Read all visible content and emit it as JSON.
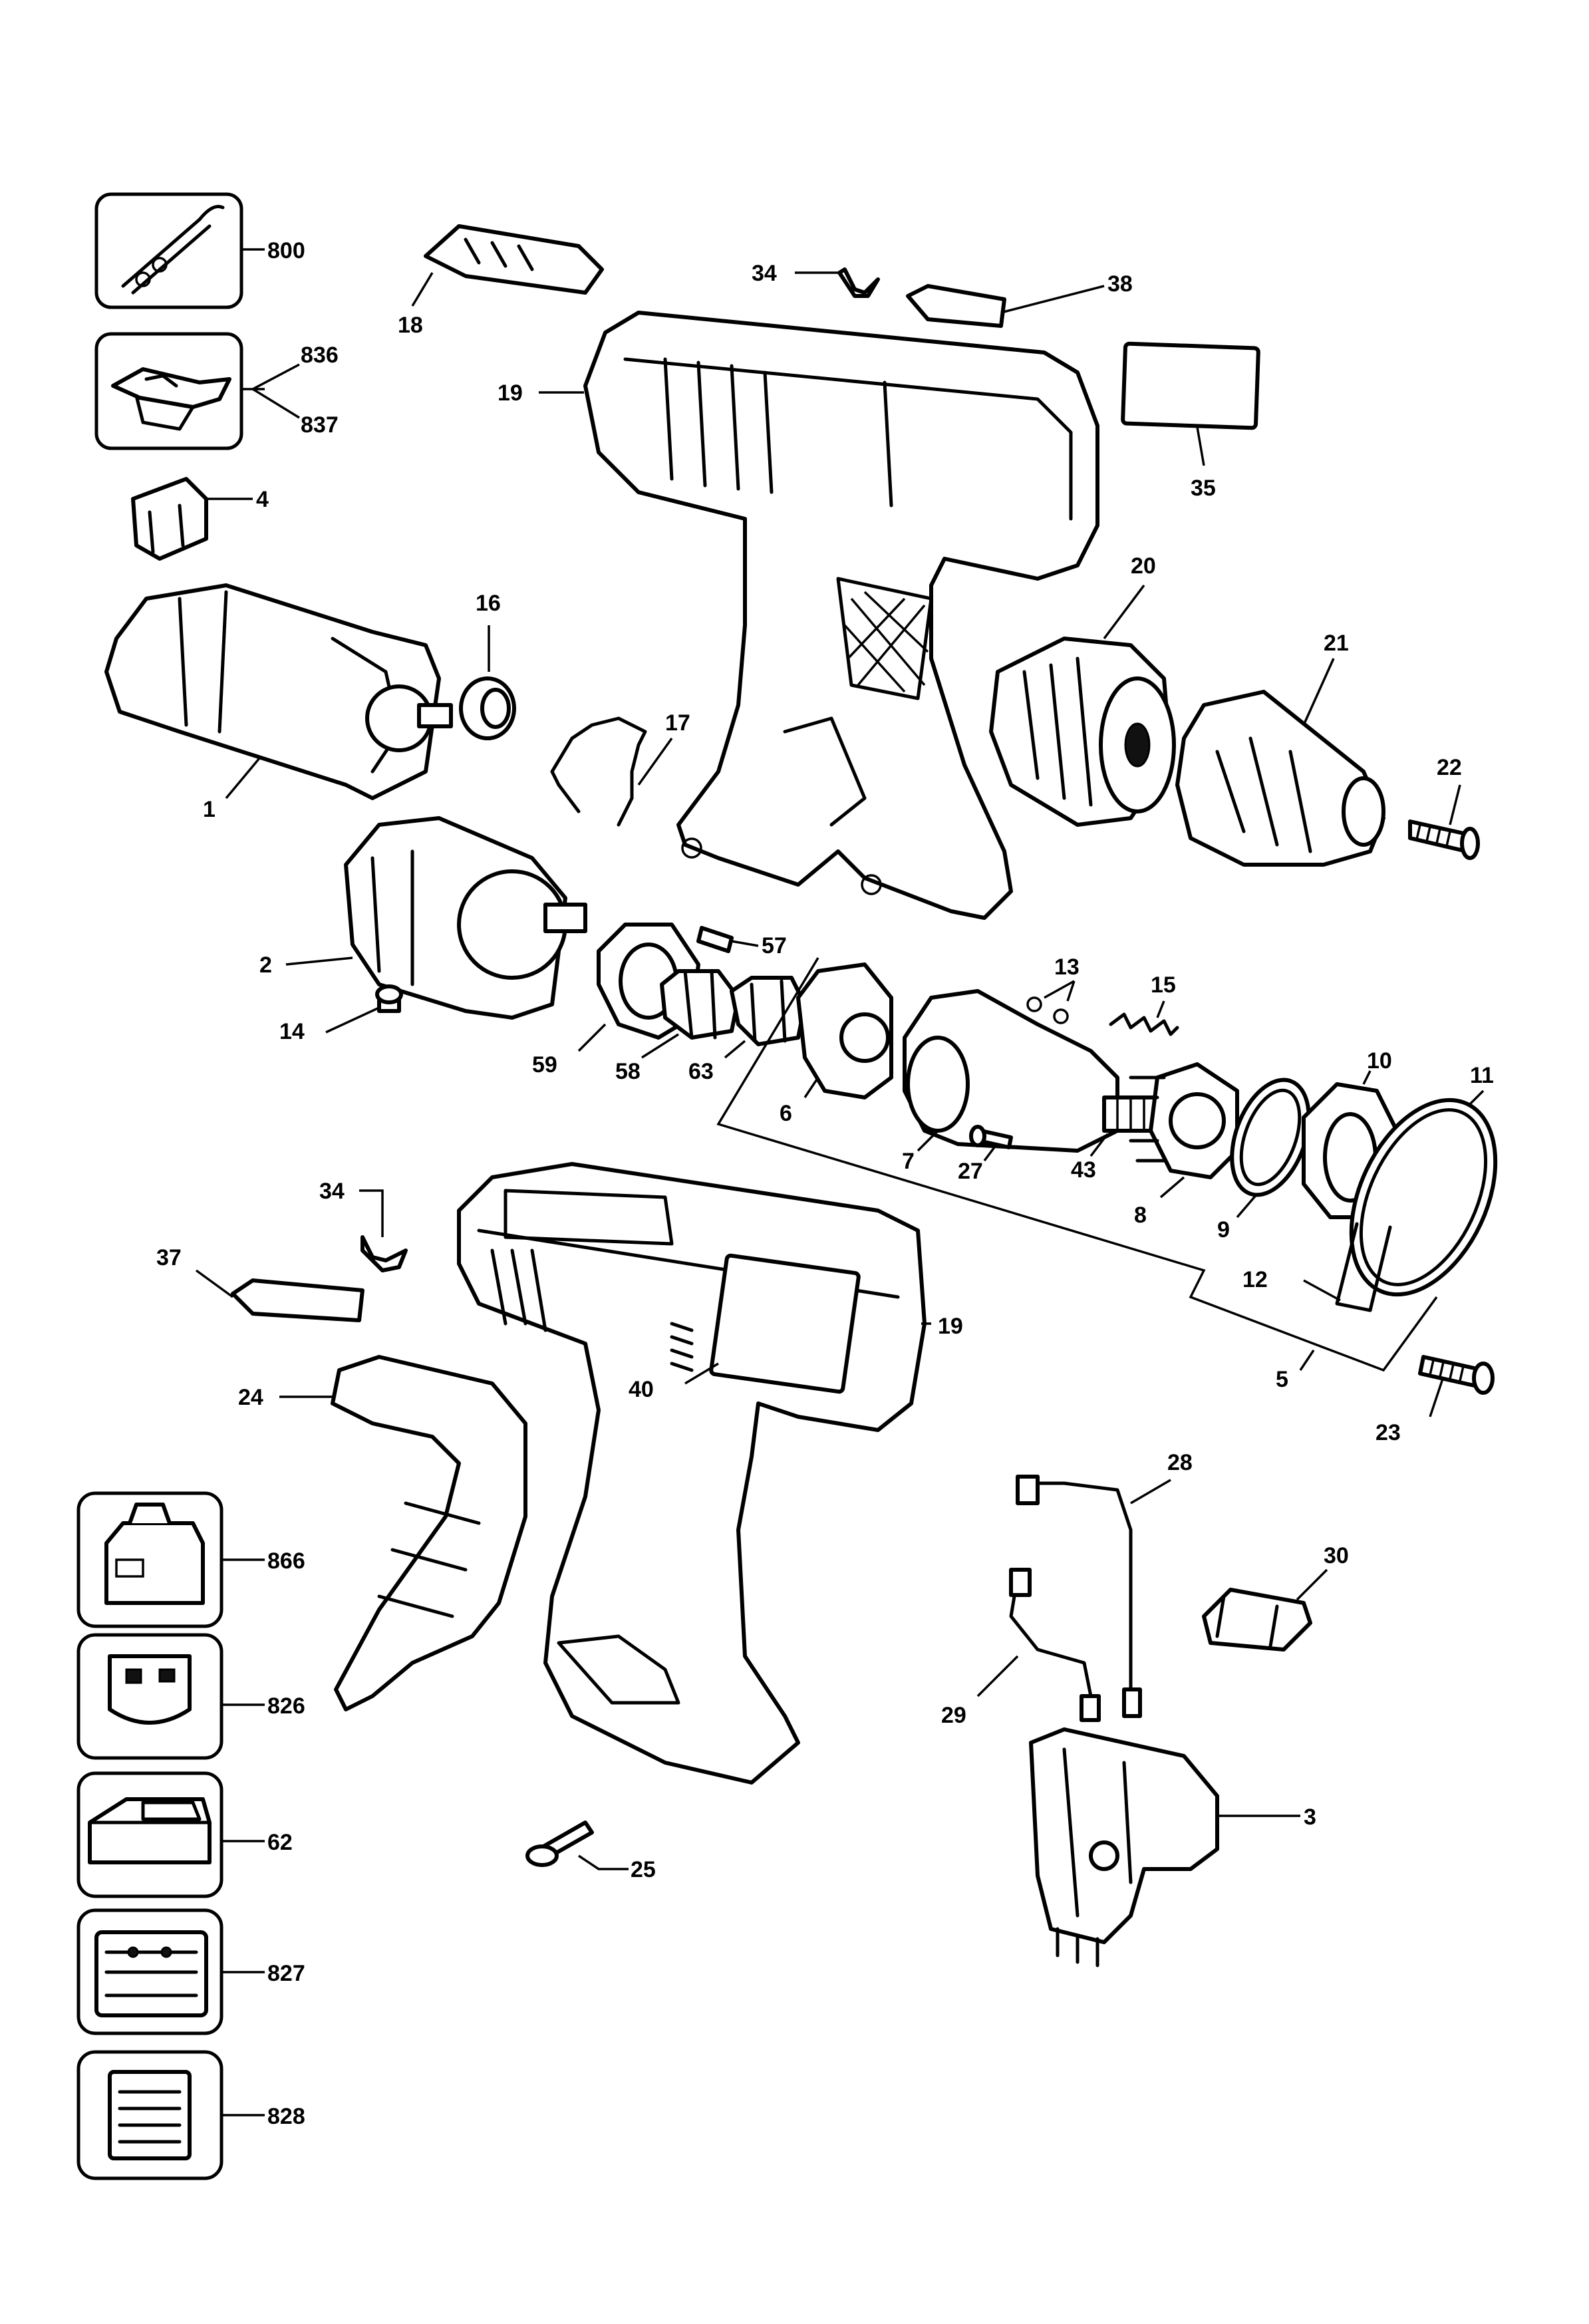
{
  "callouts": {
    "c800": "800",
    "c836": "836",
    "c837": "837",
    "c4": "4",
    "c1": "1",
    "c16": "16",
    "c17": "17",
    "c18": "18",
    "c19a": "19",
    "c34a": "34",
    "c38": "38",
    "c35": "35",
    "c20": "20",
    "c21": "21",
    "c22": "22",
    "c2": "2",
    "c14": "14",
    "c57": "57",
    "c59": "59",
    "c58": "58",
    "c63": "63",
    "c6": "6",
    "c13": "13",
    "c15": "15",
    "c7": "7",
    "c27": "27",
    "c43": "43",
    "c8": "8",
    "c9": "9",
    "c10": "10",
    "c11": "11",
    "c12": "12",
    "c5": "5",
    "c23": "23",
    "c34b": "34",
    "c37": "37",
    "c19b": "19",
    "c40": "40",
    "c24": "24",
    "c28": "28",
    "c30": "30",
    "c29": "29",
    "c3": "3",
    "c25": "25",
    "c866": "866",
    "c826": "826",
    "c62": "62",
    "c827": "827",
    "c828": "828"
  },
  "accessory_boxes": [
    {
      "part": "800",
      "icon": "key-tool-icon"
    },
    {
      "part": "836/837",
      "icon": "belt-clip-icon"
    },
    {
      "part": "866",
      "icon": "battery-pack-icon"
    },
    {
      "part": "826",
      "icon": "battery-label-icon"
    },
    {
      "part": "62",
      "icon": "charger-icon"
    },
    {
      "part": "827",
      "icon": "charger-label-icon"
    },
    {
      "part": "828",
      "icon": "rating-label-icon"
    }
  ]
}
